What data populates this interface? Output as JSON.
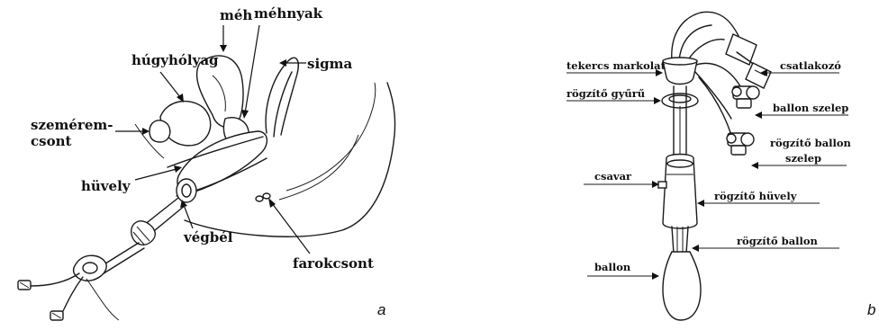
{
  "panel_a": {
    "letter": "a",
    "labels": {
      "meh": "méh",
      "mehnyak": "méhnyak",
      "hugyholyag": "húgyhólyag",
      "sigma": "sigma",
      "szemerem_line1": "szemérem-",
      "szemerem_line2": "csont",
      "huvely": "hüvely",
      "vegbel": "végbél",
      "farokcsont": "farokcsont"
    }
  },
  "panel_b": {
    "letter": "b",
    "labels": {
      "tekercs_markolat": "tekercs markolat",
      "csatlakozo": "csatlakozó",
      "rogzito_gyuru": "rögzítő gyűrű",
      "ballon_szelep": "ballon szelep",
      "rogzito_ballon_szelep_line1": "rögzítő ballon",
      "rogzito_ballon_szelep_line2": "szelep",
      "csavar": "csavar",
      "rogzito_huvely": "rögzítő hüvely",
      "rogzito_ballon": "rögzítő ballon",
      "ballon": "ballon"
    }
  }
}
